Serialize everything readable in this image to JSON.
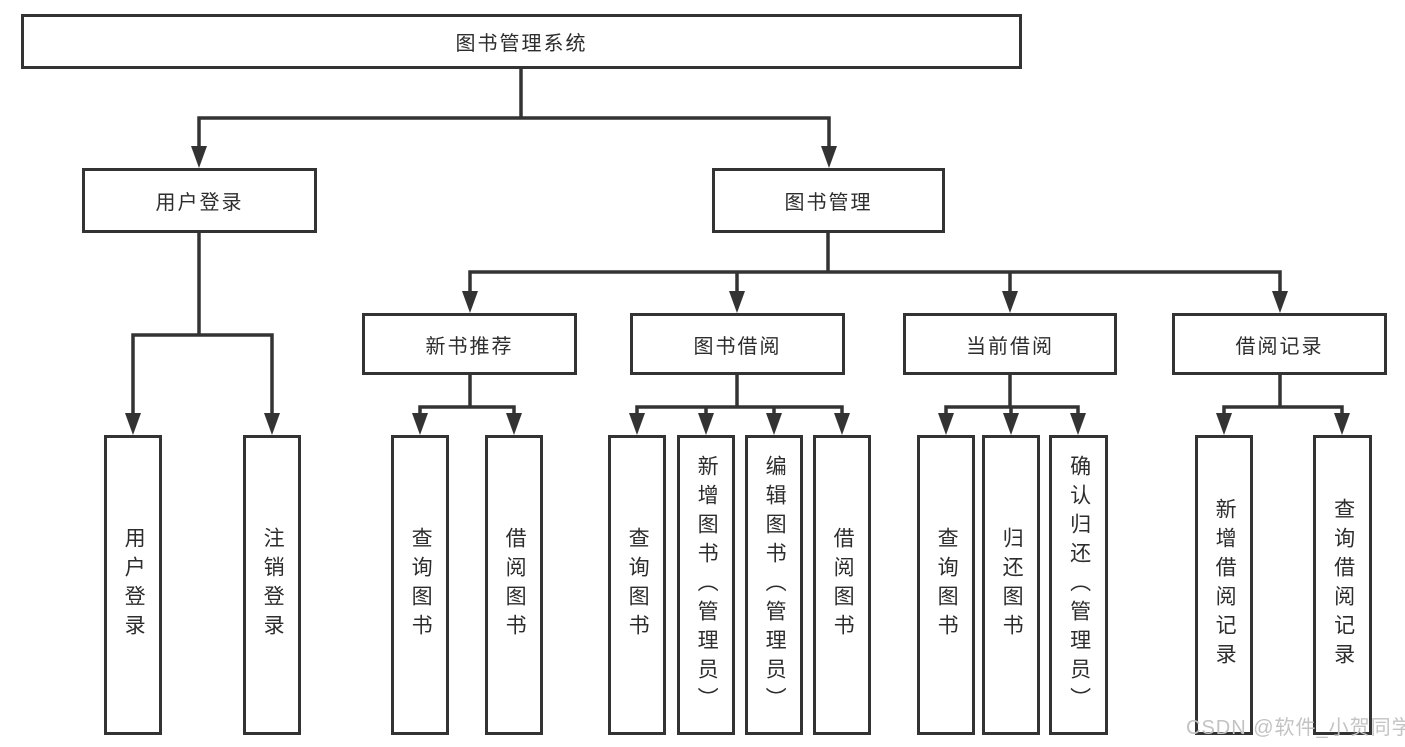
{
  "diagram": {
    "root": {
      "label": "图书管理系统"
    },
    "branches": [
      {
        "label": "用户登录",
        "children": [
          {
            "label": "用户登录"
          },
          {
            "label": "注销登录"
          }
        ]
      },
      {
        "label": "图书管理",
        "children": [
          {
            "label": "新书推荐",
            "children": [
              {
                "label": "查询图书"
              },
              {
                "label": "借阅图书"
              }
            ]
          },
          {
            "label": "图书借阅",
            "children": [
              {
                "label": "查询图书"
              },
              {
                "label": "新增图书（管理员）"
              },
              {
                "label": "编辑图书（管理员）"
              },
              {
                "label": "借阅图书"
              }
            ]
          },
          {
            "label": "当前借阅",
            "children": [
              {
                "label": "查询图书"
              },
              {
                "label": "归还图书"
              },
              {
                "label": "确认归还（管理员）"
              }
            ]
          },
          {
            "label": "借阅记录",
            "children": [
              {
                "label": "新增借阅记录"
              },
              {
                "label": "查询借阅记录"
              }
            ]
          }
        ]
      }
    ],
    "watermark": "CSDN @软件_小贺同学",
    "colors": {
      "line": "#333333",
      "text": "#2d2d2d",
      "background": "#ffffff",
      "watermark": "#c3c3c3"
    }
  }
}
